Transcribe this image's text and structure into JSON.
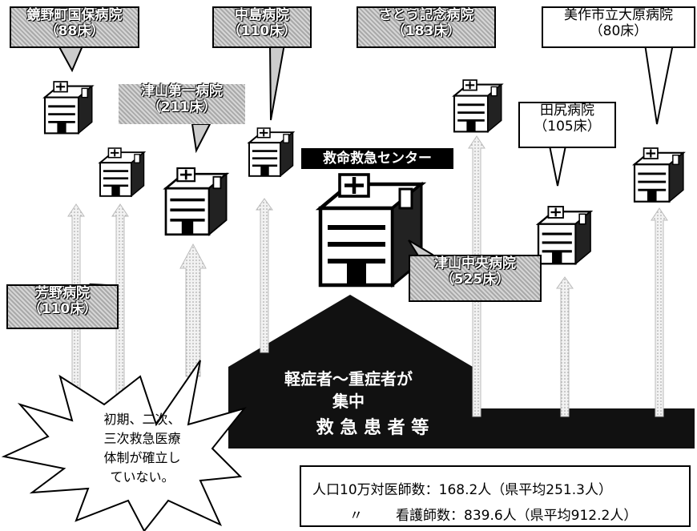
{
  "hospitals": [
    {
      "name": "鏡野町国保病院",
      "beds": "（88床）"
    },
    {
      "name": "中島病院",
      "beds": "（110床）"
    },
    {
      "name": "さとう記念病院",
      "beds": "（183床）"
    },
    {
      "name": "美作市立大原病院",
      "beds": "（80床）"
    },
    {
      "name": "津山第一病院",
      "beds": "（211床）"
    },
    {
      "name": "田尻病院",
      "beds": "（105床）"
    },
    {
      "name": "芳野病院",
      "beds": "（110床）"
    },
    {
      "name": "津山中央病院",
      "beds": "（525床）"
    }
  ],
  "center_label": "救命救急センター",
  "patients": {
    "line1": "軽症者～重症者が",
    "line2": "集中",
    "line3": "救 急 患 者 等"
  },
  "burst_text": [
    "初期、二次、",
    "三次救急医療",
    "体制が確立し",
    "ていない。"
  ],
  "stats": {
    "line1": "人口10万対医師数：168.2人（県平均251.3人）",
    "ditto": "〃",
    "line2": "看護師数：839.6人（県平均912.2人）"
  }
}
